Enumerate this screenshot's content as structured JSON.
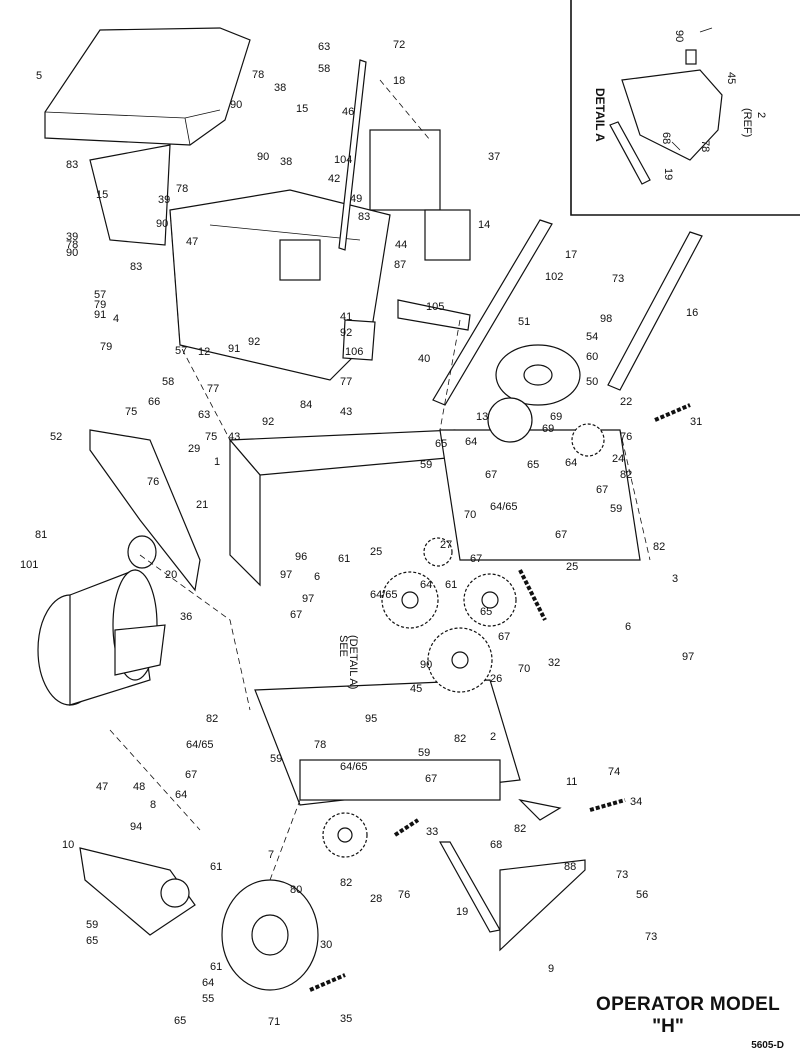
{
  "title": {
    "line1": "OPERATOR MODEL",
    "line2": "\"H\""
  },
  "drawing_number": "5605-D",
  "detail": {
    "label": "DETAIL A",
    "see": "SEE",
    "see_detail": "(DETAIL A)",
    "ref": "(REF)"
  },
  "callouts": [
    "1",
    "2",
    "3",
    "4",
    "5",
    "6",
    "7",
    "8",
    "9",
    "10",
    "11",
    "12",
    "13",
    "14",
    "15",
    "16",
    "17",
    "18",
    "19",
    "20",
    "21",
    "22",
    "24",
    "25",
    "26",
    "27",
    "28",
    "29",
    "30",
    "31",
    "32",
    "33",
    "34",
    "35",
    "36",
    "37",
    "38",
    "39",
    "40",
    "41",
    "42",
    "43",
    "44",
    "45",
    "46",
    "47",
    "48",
    "49",
    "50",
    "51",
    "52",
    "54",
    "55",
    "56",
    "57",
    "58",
    "59",
    "60",
    "61",
    "63",
    "64",
    "64/65",
    "65",
    "66",
    "67",
    "68",
    "69",
    "70",
    "71",
    "72",
    "73",
    "74",
    "75",
    "76",
    "77",
    "78",
    "79",
    "80",
    "81",
    "82",
    "83",
    "84",
    "87",
    "88",
    "90",
    "91",
    "92",
    "94",
    "95",
    "96",
    "97",
    "98",
    "101",
    "102",
    "104",
    "105",
    "106"
  ]
}
